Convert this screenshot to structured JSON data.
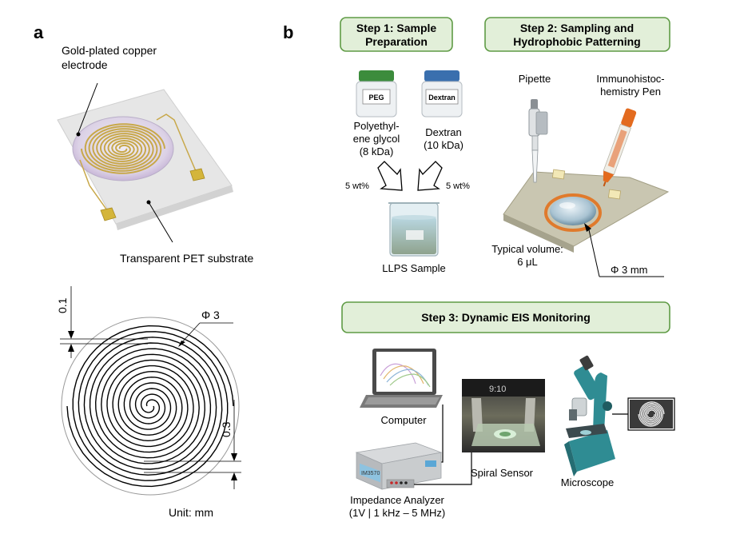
{
  "panel_a": {
    "letter": "a",
    "electrode_label": [
      "Gold-plated copper",
      "electrode"
    ],
    "substrate_label": "Transparent PET substrate",
    "dim_top": "0.1",
    "dim_diameter": "Φ 3",
    "dim_pitch": "0.3",
    "unit": "Unit: mm"
  },
  "panel_b": {
    "letter": "b",
    "step1": {
      "title": [
        "Step 1: Sample",
        "Preparation"
      ]
    },
    "step2": {
      "title": [
        "Step 2: Sampling and",
        "Hydrophobic Patterning"
      ]
    },
    "step3": {
      "title": "Step 3: Dynamic EIS Monitoring"
    },
    "peg_label": "PEG",
    "dextran_label": "Dextran",
    "peg_name": [
      "Polyethyl-",
      "ene glycol",
      "(8 kDa)"
    ],
    "dextran_name": [
      "Dextran",
      "(10 kDa)"
    ],
    "peg_wt": "5 wt%",
    "dextran_wt": "5 wt%",
    "llps_label": "LLPS Sample",
    "pipette_label": "Pipette",
    "pen_label": [
      "Immunohistoc-",
      "hemistry Pen"
    ],
    "volume_label": [
      "Typical volume:",
      "6 μL"
    ],
    "diameter_label": "Φ 3 mm",
    "computer_label": "Computer",
    "analyzer_label": [
      "Impedance Analyzer",
      "(1V | 1 kHz – 5 MHz)"
    ],
    "analyzer_brand": "IM3570",
    "sensor_label": "Spiral Sensor",
    "microscope_label": "Microscope",
    "photo_text": "9:10"
  },
  "colors": {
    "step_fill": "#e2efd9",
    "step_border": "#5f9b45",
    "peg_cap": "#3c8c3c",
    "dextran_cap": "#3a6fae",
    "pen_orange": "#e36b1f",
    "microscope_teal": "#2f8c93",
    "electrode_gold": "#c8a84a"
  }
}
